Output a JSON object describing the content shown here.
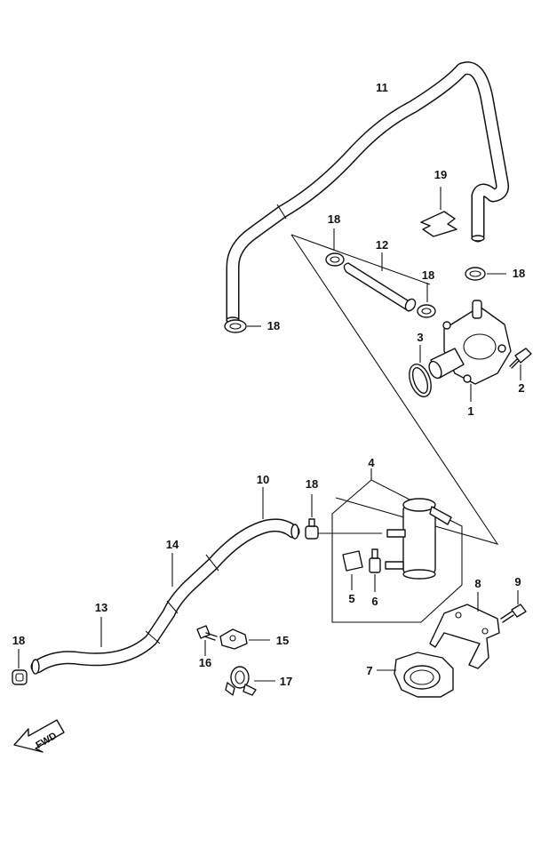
{
  "parts": {
    "p1": "1",
    "p2": "2",
    "p3": "3",
    "p4": "4",
    "p5": "5",
    "p6": "6",
    "p7": "7",
    "p8": "8",
    "p9": "9",
    "p10": "10",
    "p11": "11",
    "p12": "12",
    "p13": "13",
    "p14": "14",
    "p15": "15",
    "p16": "16",
    "p17": "17",
    "p18a": "18",
    "p18b": "18",
    "p18c": "18",
    "p18d": "18",
    "p18e": "18",
    "p18f": "18",
    "p19": "19"
  },
  "direction_label": "FWD"
}
